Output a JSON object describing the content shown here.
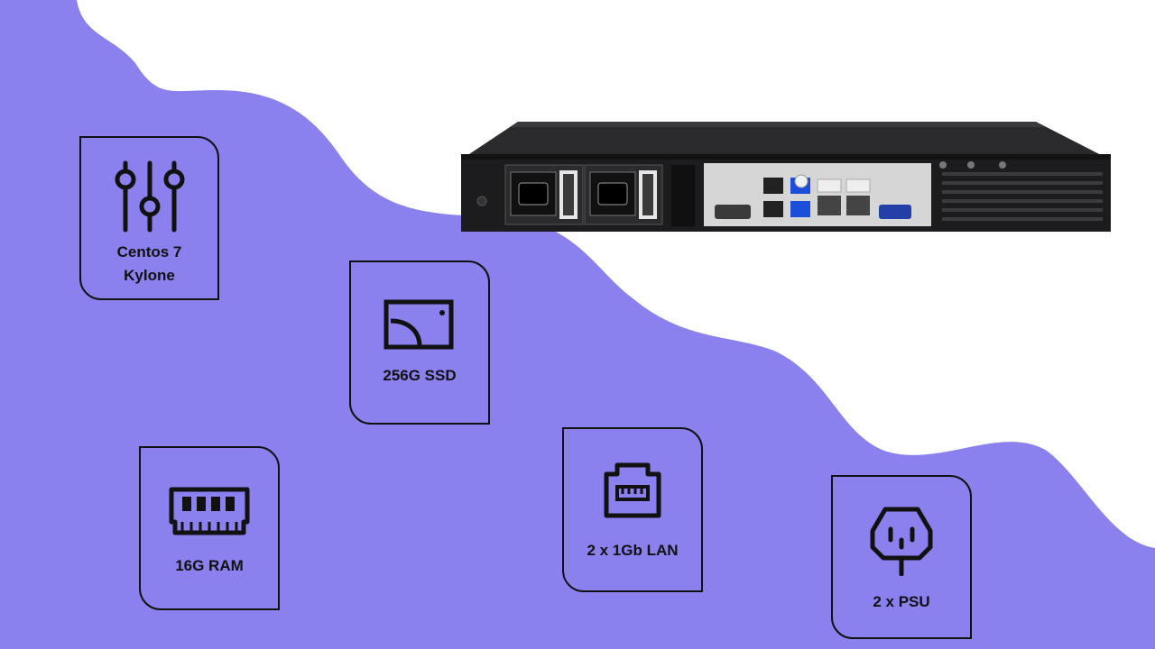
{
  "colors": {
    "background": "#8a80ee",
    "wave": "#ffffff",
    "card_border": "#111111",
    "server_body": "#1c1c1e",
    "server_panel": "#d6d6d6"
  },
  "features": [
    {
      "icon": "sliders-icon",
      "label": "Centos 7\nKylone"
    },
    {
      "icon": "ssd-icon",
      "label": "256G SSD"
    },
    {
      "icon": "ram-icon",
      "label": "16G RAM"
    },
    {
      "icon": "ethernet-port-icon",
      "label": "2 x 1Gb LAN"
    },
    {
      "icon": "power-plug-icon",
      "label": "2 x PSU"
    }
  ]
}
